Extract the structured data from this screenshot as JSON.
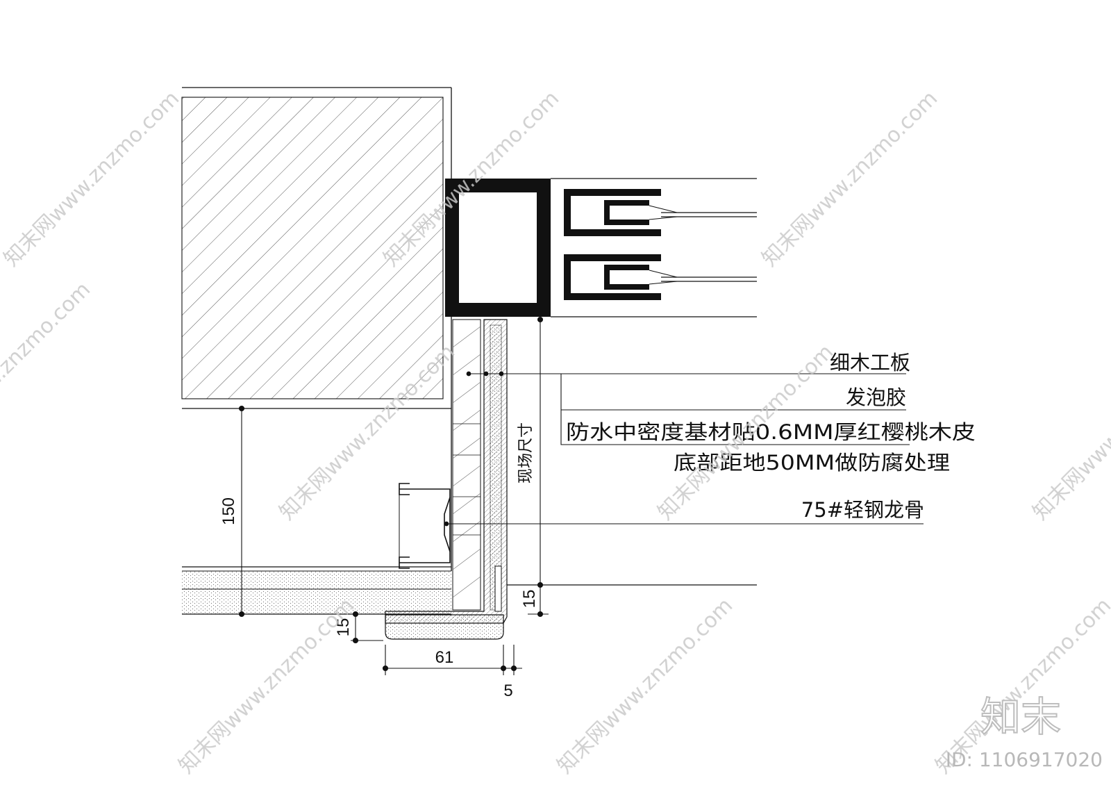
{
  "callouts": {
    "c1": "细木工板",
    "c2": "发泡胶",
    "c3": "防水中密度基材贴0.6MM厚红樱桃木皮",
    "c4": "底部距地50MM做防腐处理",
    "c5": "75#轻钢龙骨",
    "vertical": "现场尺寸"
  },
  "dimensions": {
    "d150": "150",
    "d15_right": "15",
    "d15_left": "15",
    "d61": "61",
    "d5": "5"
  },
  "brand": {
    "logo_text": "知末",
    "id_text": "ID: 1106917020",
    "watermark_text": "知末网www.znzmo.com"
  }
}
